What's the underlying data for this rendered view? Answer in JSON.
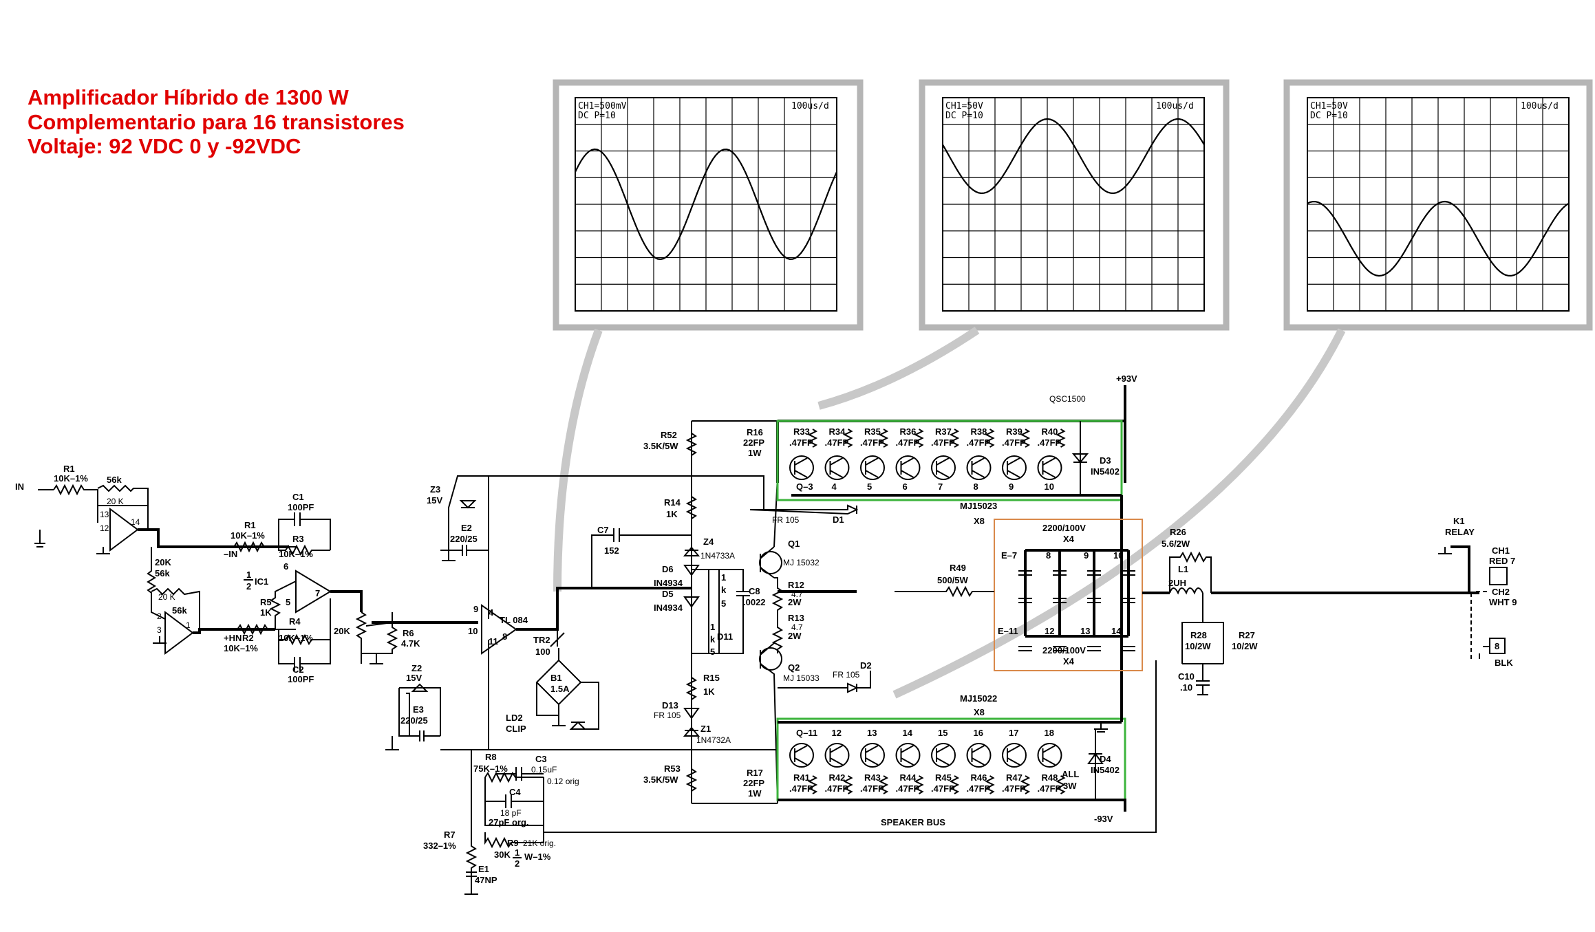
{
  "title": {
    "line1": "Amplificador Híbrido de 1300 W",
    "line2": "Complementario para 16 transistores",
    "line3": "Voltaje:  92 VDC  0 y -92VDC"
  },
  "scopes": [
    {
      "ch": "CH1=500mV",
      "coupling": "DC P=10",
      "time": "100us/d"
    },
    {
      "ch": "CH1=50V",
      "coupling": "DC P=10",
      "time": "100us/d"
    },
    {
      "ch": "CH1=50V",
      "coupling": "DC P=10",
      "time": "100us/d"
    }
  ],
  "input": {
    "in_label": "IN",
    "r1_in": "R1",
    "r1_in_val": "10K–1%",
    "r56k_a": "56k",
    "r20k_a": "20 K",
    "r20k_b": "20K",
    "r56k_b": "56k",
    "r20k_c": "20 K",
    "r56k_c": "56k",
    "pin13": "13",
    "pin12": "12",
    "pin14": "14",
    "pin2": "2",
    "pin3": "3",
    "pin1": "1"
  },
  "ic1": {
    "r1": "R1",
    "r1_val": "10K–1%",
    "minus_in": "–IN",
    "plus_in": "+HN",
    "r2": "R2",
    "r2_val": "10K–1%",
    "c1": "C1",
    "c1_val": "100PF",
    "r3": "R3",
    "r3_val": "10K–1%",
    "ic_half": "1",
    "ic_half_den": "2",
    "ic_name": "IC1",
    "r5": "R5",
    "r5_val": "1K",
    "r4": "R4",
    "r4_val": "10K–1%",
    "c2": "C2",
    "c2_val": "100PF",
    "pin6": "6",
    "pin5": "5",
    "pin7": "7",
    "pot": "20K",
    "r6": "R6",
    "r6_val": "4.7K"
  },
  "driver": {
    "z3": "Z3",
    "z3_val": "15V",
    "e2": "E2",
    "e2_val": "220/25",
    "z2": "Z2",
    "z2_val": "15V",
    "e3": "E3",
    "e3_val": "220/25",
    "tl084": "TL 084",
    "pin9": "9",
    "pin10": "10",
    "pin4": "4",
    "pin8": "8",
    "pin11": "11",
    "tr2": "TR2",
    "tr2_val": "100",
    "b1": "B1",
    "b1_val": "1.5A",
    "ld2": "LD2",
    "ld2_val": "CLIP",
    "c7": "C7",
    "c7_val": "152",
    "r8": "R8",
    "r8_val": "75K–1%",
    "c3": "C3",
    "c3_val": "0.15uF",
    "c3_note": "0.12 orig",
    "c4": "C4",
    "c4_val": "18 pF",
    "c4_note": "27pF org.",
    "r9": "R9",
    "r9_val": "30K",
    "r9_note": "21K orig.",
    "r9_pwr_num": "1",
    "r9_pwr_den": "2",
    "r9_pwr": "W–1%",
    "r7": "R7",
    "r7_val": "332–1%",
    "e1": "E1",
    "e1_val": "47NP"
  },
  "bias": {
    "r52": "R52",
    "r52_val": "3.5K/5W",
    "r14": "R14",
    "r14_val": "1K",
    "z4": "Z4",
    "z4_val": "1N4733A",
    "d6": "D6",
    "d6_val": "IN4934",
    "d5": "D5",
    "d5_val": "IN4934",
    "d11": "D11",
    "k1a": "1",
    "k1b": "k",
    "k1c": "5",
    "k2a": "1",
    "k2b": "k",
    "k2c": "5",
    "c8": "C8",
    "c8_val": ".0022",
    "r12": "R12",
    "r12_v": "4.7",
    "r12_w": "2W",
    "r13": "R13",
    "r13_v": "4.7",
    "r13_w": "2W",
    "q1": "Q1",
    "q1_val": "MJ 15032",
    "q2": "Q2",
    "q2_val": "MJ 15033",
    "d1": "D1",
    "d1_val": "FR 105",
    "d2": "D2",
    "d2_val": "FR 105",
    "r15": "R15",
    "r15_val": "1K",
    "d13": "D13",
    "d13_val": "FR 105",
    "z1": "Z1",
    "z1_val": "1N4732A",
    "r53": "R53",
    "r53_val": "3.5K/5W"
  },
  "output_top": {
    "rail": "+93V",
    "qsc": "QSC1500",
    "r16": "R16",
    "r16_val": "22FP",
    "r16_w": "1W",
    "resistors": [
      "R33",
      "R34",
      "R35",
      "R36",
      "R37",
      "R38",
      "R39",
      "R40"
    ],
    "res_val": ".47FP",
    "transistors": [
      "Q–3",
      "4",
      "5",
      "6",
      "7",
      "8",
      "9",
      "10"
    ],
    "d3": "D3",
    "d3_val": "IN5402",
    "mj": "MJ15023",
    "x8": "X8"
  },
  "output_bottom": {
    "rail": "-93V",
    "mj": "MJ15022",
    "x8": "X8",
    "transistors": [
      "Q–11",
      "12",
      "13",
      "14",
      "15",
      "16",
      "17",
      "18"
    ],
    "r17": "R17",
    "r17_val": "22FP",
    "r17_w": "1W",
    "resistors": [
      "R41",
      "R42",
      "R43",
      "R44",
      "R45",
      "R46",
      "R47",
      "R48"
    ],
    "res_val": ".47FP",
    "all": "ALL",
    "all_w": "3W",
    "d4": "D4",
    "d4_val": "IN5402",
    "speaker_bus": "SPEAKER BUS"
  },
  "caps": {
    "top": "2200/100V",
    "top_x": "X4",
    "bottom": "2200/100V",
    "bottom_x": "X4",
    "e7": "E–7",
    "n8": "8",
    "n9": "9",
    "n10": "10",
    "e11": "E–11",
    "n12": "12",
    "n13": "13",
    "n14": "14",
    "r49": "R49",
    "r49_val": "500/5W"
  },
  "output": {
    "r26": "R26",
    "r26_val": "5.6/2W",
    "l1": "L1",
    "l1_val": "2UH",
    "r28": "R28",
    "r28_val": "10/2W",
    "r27": "R27",
    "r27_val": "10/2W",
    "c10": "C10",
    "c10_val": ".10",
    "k1": "K1",
    "k1_val": "RELAY",
    "ch1": "CH1",
    "ch1_val": "RED 7",
    "ch2": "CH2",
    "ch2_val": "WHT 9",
    "pin8": "8",
    "blk": "BLK"
  }
}
